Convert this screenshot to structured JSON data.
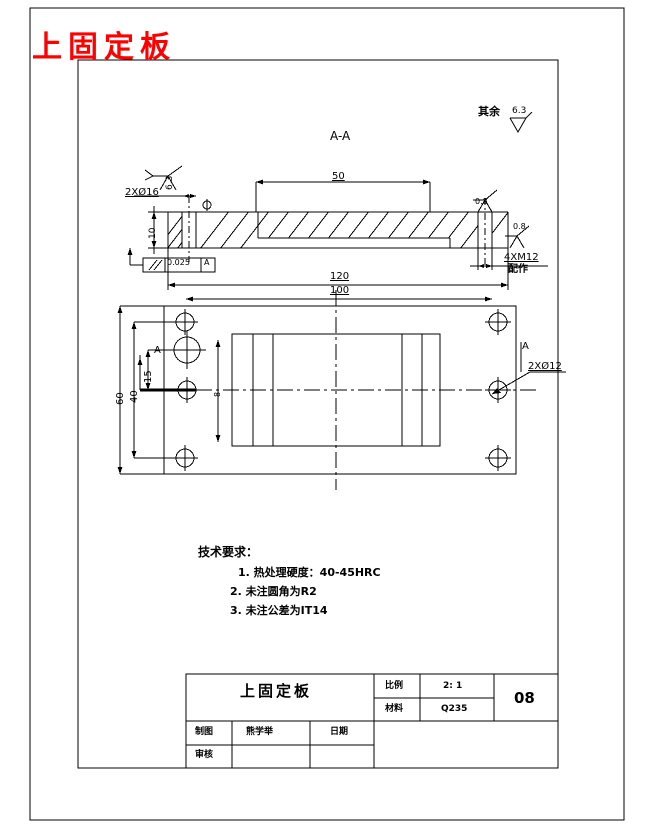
{
  "document": {
    "red_title": "上固定板",
    "section_label": "A-A",
    "general_roughness_note": "其余",
    "general_roughness_value": "6.3"
  },
  "section_view": {
    "hole_callout_left": "2XØ16",
    "thickness": "10",
    "dim_50": "50",
    "dim_120": "120",
    "dim_100": "100",
    "roughness_left": "6.3",
    "roughness_top_right": "0.8",
    "roughness_right": "0.8",
    "thread_callout": "4XM12",
    "thread_note": "配作",
    "gdt_symbol": "//",
    "gdt_value": "0.025",
    "gdt_datum": "A"
  },
  "plan_view": {
    "dim_60": "60",
    "dim_40": "40",
    "dim_15": "15",
    "dim_center": "8",
    "datum_label_left": "A",
    "datum_label_right": "A",
    "hole_callout_right": "2XØ12"
  },
  "technical_requirements": {
    "heading": "技术要求：",
    "items": [
      "1.  热处理硬度：40-45HRC",
      "2. 未注圆角为R2",
      "3. 未注公差为IT14"
    ]
  },
  "title_block": {
    "part_name": "上固定板",
    "scale_label": "比例",
    "scale_value": "2: 1",
    "material_label": "材料",
    "material_value": "Q235",
    "drawing_number": "08",
    "drawn_label": "制图",
    "drawn_by": "熊学举",
    "date_label": "日期",
    "checked_label": "审核"
  },
  "colors": {
    "line": "#000000",
    "title_red": "#ff0000",
    "background": "#ffffff"
  }
}
